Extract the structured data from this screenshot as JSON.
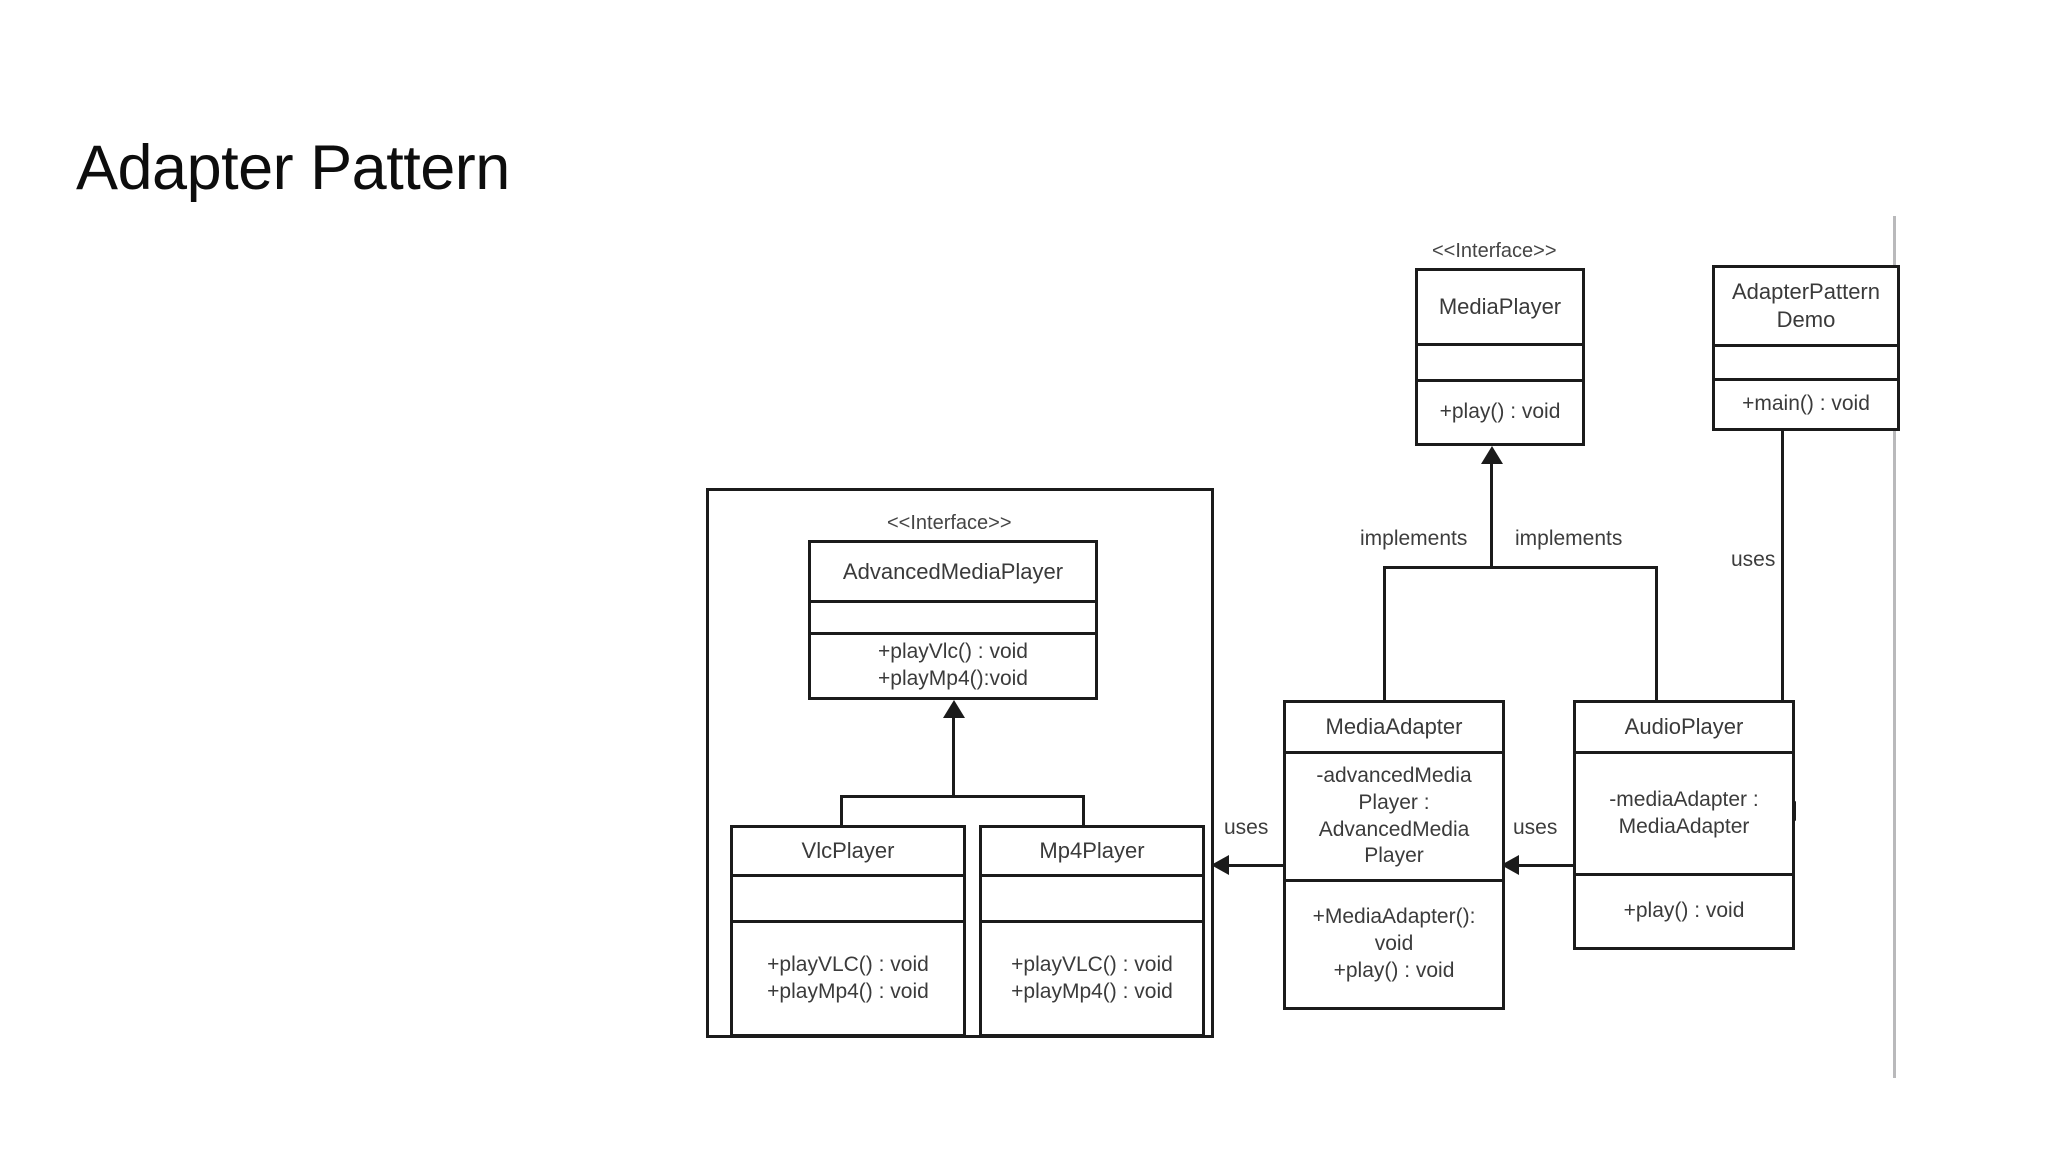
{
  "slide": {
    "title": "Adapter Pattern",
    "background_color": "#ffffff",
    "text_color": "#0d0d0d"
  },
  "diagram": {
    "kind": "uml-class-diagram",
    "pattern": "Adapter",
    "stereotype_label": "<<Interface>>",
    "classes": [
      {
        "id": "media-player",
        "name": "MediaPlayer",
        "stereotype": "<<Interface>>",
        "attributes": [],
        "operations": [
          "+play() : void"
        ]
      },
      {
        "id": "adapter-pattern-demo",
        "name_lines": [
          "AdapterPattern",
          "Demo"
        ],
        "name": "AdapterPatternDemo",
        "stereotype": "",
        "attributes": [],
        "operations": [
          "+main() : void"
        ]
      },
      {
        "id": "advanced-media-player",
        "name": "AdvancedMediaPlayer",
        "stereotype": "<<Interface>>",
        "attributes": [],
        "operations": [
          "+playVlc() : void",
          "+playMp4():void"
        ]
      },
      {
        "id": "vlc-player",
        "name": "VlcPlayer",
        "stereotype": "",
        "attributes": [],
        "operations": [
          "+playVLC() : void",
          "+playMp4() : void"
        ]
      },
      {
        "id": "mp4-player",
        "name": "Mp4Player",
        "stereotype": "",
        "attributes": [],
        "operations": [
          "+playVLC() : void",
          "+playMp4() : void"
        ]
      },
      {
        "id": "media-adapter",
        "name": "MediaAdapter",
        "stereotype": "",
        "attribute_lines": [
          "-advancedMedia",
          "Player :",
          "AdvancedMedia",
          "Player"
        ],
        "attributes": [
          "-advancedMediaPlayer : AdvancedMediaPlayer"
        ],
        "operation_lines": [
          "+MediaAdapter():",
          "void",
          "+play() : void"
        ],
        "operations": [
          "+MediaAdapter(): void",
          "+play() : void"
        ]
      },
      {
        "id": "audio-player",
        "name": "AudioPlayer",
        "stereotype": "",
        "attribute_lines": [
          "-mediaAdapter :",
          "MediaAdapter"
        ],
        "attributes": [
          "-mediaAdapter : MediaAdapter"
        ],
        "operations": [
          "+play() : void"
        ]
      }
    ],
    "relationships": [
      {
        "id": "rel-mediaadapter-implements",
        "label": "implements",
        "from": "MediaAdapter",
        "to": "MediaPlayer",
        "type": "realization"
      },
      {
        "id": "rel-audioplayer-implements",
        "label": "implements",
        "from": "AudioPlayer",
        "to": "MediaPlayer",
        "type": "realization"
      },
      {
        "id": "rel-demo-uses-audioplayer",
        "label": "uses",
        "from": "AdapterPatternDemo",
        "to": "AudioPlayer",
        "type": "dependency"
      },
      {
        "id": "rel-audioplayer-uses-mediaadapter",
        "label": "uses",
        "from": "AudioPlayer",
        "to": "MediaAdapter",
        "type": "dependency"
      },
      {
        "id": "rel-mediaadapter-uses-players",
        "label": "uses",
        "from": "MediaAdapter",
        "to": "Mp4Player",
        "type": "dependency"
      },
      {
        "id": "rel-vlcplayer-inherits",
        "label": "",
        "from": "VlcPlayer",
        "to": "AdvancedMediaPlayer",
        "type": "realization"
      },
      {
        "id": "rel-mp4player-inherits",
        "label": "",
        "from": "Mp4Player",
        "to": "AdvancedMediaPlayer",
        "type": "realization"
      }
    ],
    "edge_labels": {
      "implements_left": "implements",
      "implements_right": "implements",
      "uses_demo": "uses",
      "uses_audio_to_adapter": "uses",
      "uses_adapter_to_players": "uses"
    },
    "line_color": "#1b1b1b"
  }
}
